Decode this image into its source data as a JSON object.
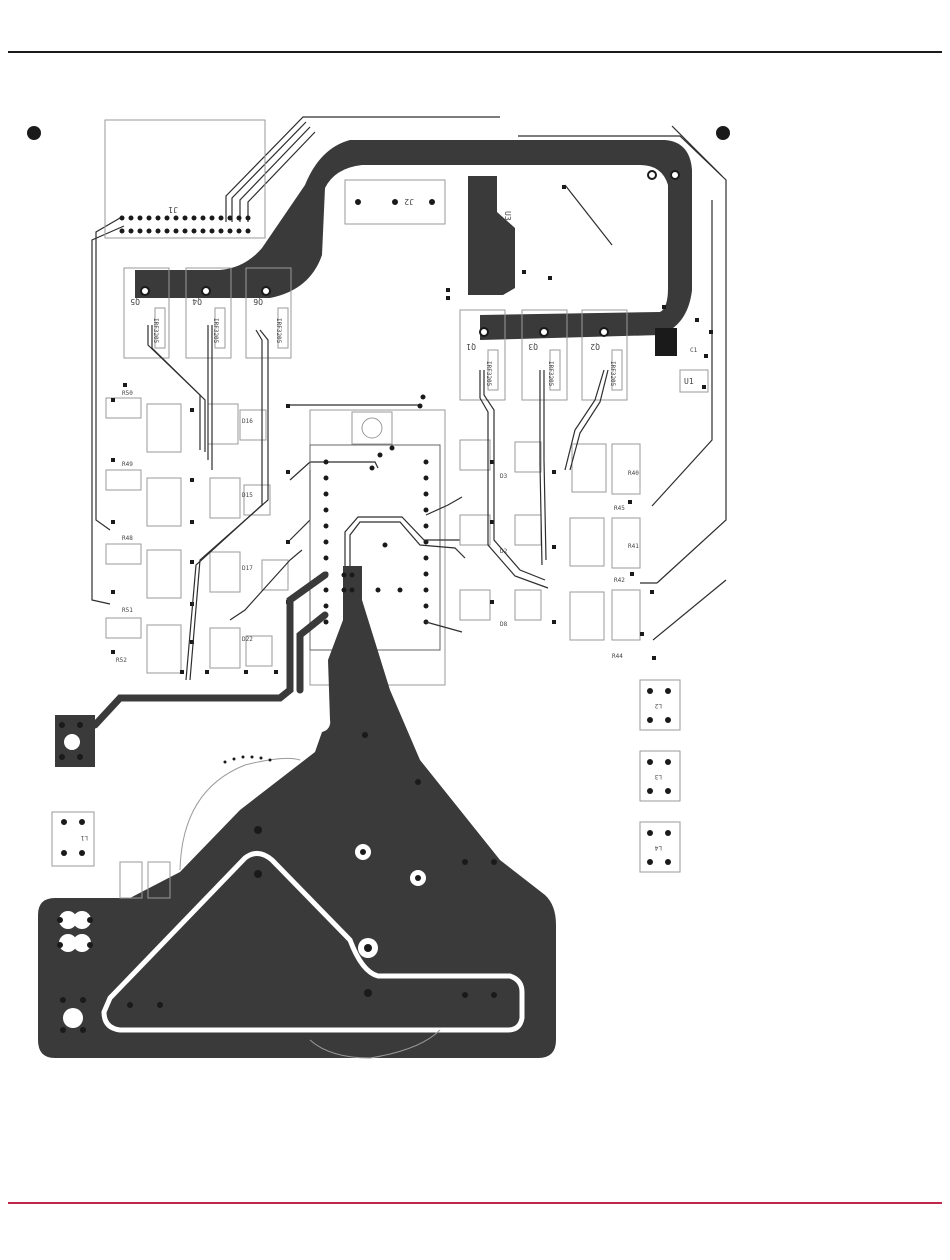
{
  "colors": {
    "copper": "#3a3a3a",
    "trace": "#2e2e2e",
    "silkscreen": "#9a9a9a",
    "top_rule": "#1a1a1a",
    "bottom_rule": "#c0254a",
    "background": "#ffffff"
  },
  "designators": {
    "j1": "J1",
    "j2": "J2",
    "u1": "U1",
    "u3": "U3",
    "c1": "C1",
    "d16": "D16",
    "d15": "D15",
    "d17": "D17",
    "d22": "D22",
    "d3": "D3",
    "d2": "D2",
    "d8": "D8",
    "r50": "R50",
    "r49": "R49",
    "r48": "R48",
    "r51": "R51",
    "r52": "R52",
    "r45": "R45",
    "r42": "R42",
    "r44": "R44",
    "r40": "R40",
    "r41": "R41",
    "q5": "Q5",
    "q4": "Q4",
    "q6": "Q6",
    "q1": "Q1",
    "q3": "Q3",
    "q2": "Q2",
    "l1": "L1",
    "l2": "L2",
    "l3": "L3",
    "l4": "L4"
  },
  "part_values": {
    "q5": "IRF3205",
    "q4": "IRF3205",
    "q6": "IRF3205",
    "q1": "IRF3205",
    "q3": "IRF3205",
    "q2": "IRF3205"
  }
}
